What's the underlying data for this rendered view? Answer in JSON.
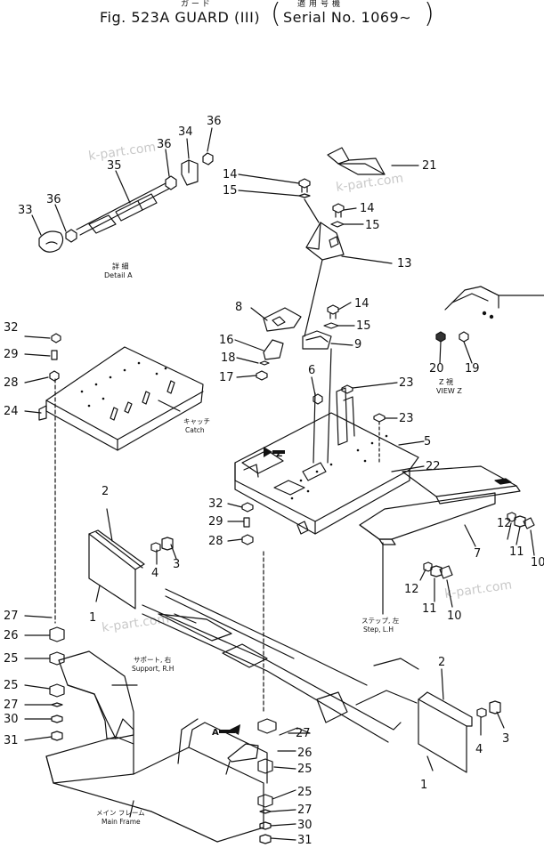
{
  "header": {
    "figure_title": "Fig. 523A  GUARD (III)",
    "figure_title_jp": "ガ ー ド",
    "serial_jp": "適用号機",
    "serial": "Serial No. 1069∼",
    "paren_open": "(",
    "paren_close": ")"
  },
  "watermark": "k-part.com",
  "detail_label": {
    "jp": "詳 細",
    "en": "Detail A"
  },
  "view_label": {
    "jp": "Z 視",
    "en": "VIEW Z"
  },
  "annotations": {
    "catch": {
      "jp": "キャッチ",
      "en": "Catch"
    },
    "step": {
      "jp": "ステップ, 左",
      "en": "Step, L.H"
    },
    "support": {
      "jp": "サポート, 右",
      "en": "Support, R.H"
    },
    "main_frame": {
      "jp": "メイン フレーム",
      "en": "Main Frame"
    },
    "arrow_z": "Z",
    "arrow_a": "A"
  },
  "callouts": {
    "c1a": "1",
    "c1b": "1",
    "c2a": "2",
    "c2b": "2",
    "c3a": "3",
    "c3b": "3",
    "c4a": "4",
    "c4b": "4",
    "c5": "5",
    "c6": "6",
    "c7": "7",
    "c8": "8",
    "c9": "9",
    "c10a": "10",
    "c10b": "10",
    "c11a": "11",
    "c11b": "11",
    "c12a": "12",
    "c12b": "12",
    "c13": "13",
    "c14a": "14",
    "c14b": "14",
    "c14c": "14",
    "c15a": "15",
    "c15b": "15",
    "c15c": "15",
    "c16": "16",
    "c17": "17",
    "c18": "18",
    "c19": "19",
    "c20": "20",
    "c21": "21",
    "c22": "22",
    "c23a": "23",
    "c23b": "23",
    "c24": "24",
    "c25a": "25",
    "c25b": "25",
    "c25c": "25",
    "c25d": "25",
    "c26a": "26",
    "c26b": "26",
    "c27a": "27",
    "c27b": "27",
    "c27c": "27",
    "c27d": "27",
    "c28a": "28",
    "c28b": "28",
    "c29a": "29",
    "c29b": "29",
    "c30a": "30",
    "c30b": "30",
    "c31a": "31",
    "c31b": "31",
    "c32a": "32",
    "c32b": "32",
    "c33": "33",
    "c34": "34",
    "c35": "35",
    "c36a": "36",
    "c36b": "36",
    "c36c": "36"
  }
}
